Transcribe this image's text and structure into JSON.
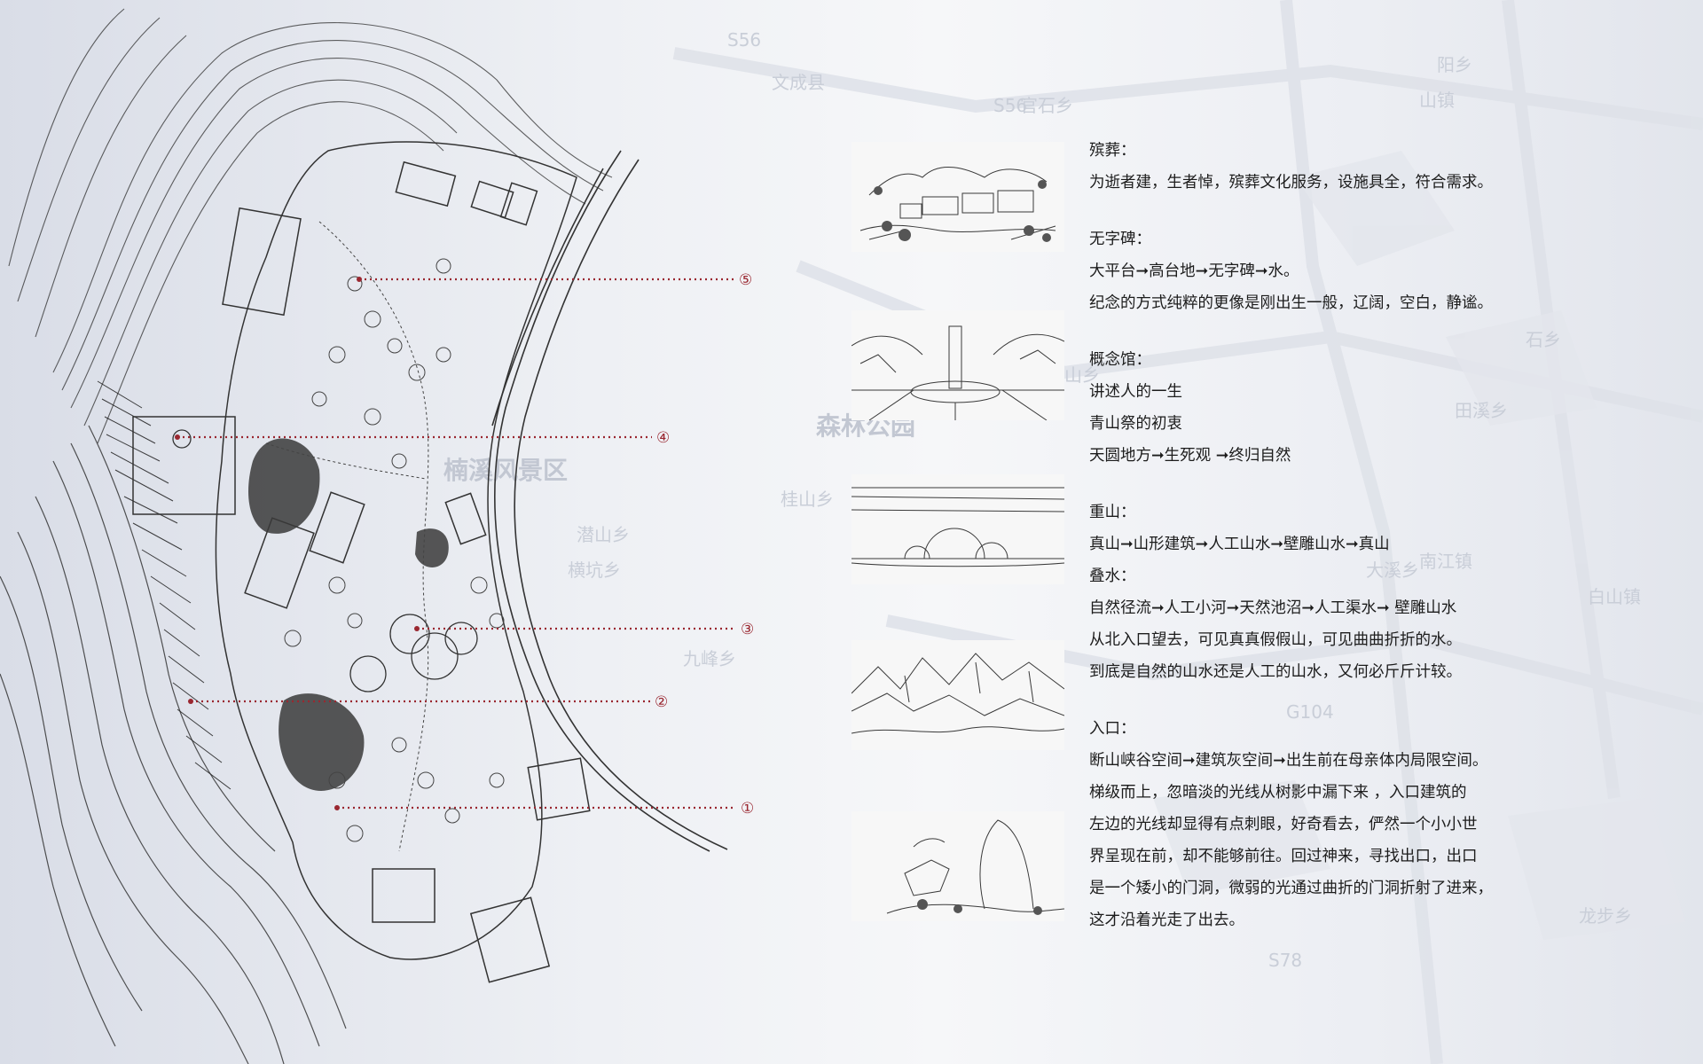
{
  "background_map": {
    "labels": [
      {
        "text": "S56"
      },
      {
        "text": "文成县"
      },
      {
        "text": "S56"
      },
      {
        "text": "官石乡"
      },
      {
        "text": "阳乡"
      },
      {
        "text": "乌山乡"
      },
      {
        "text": "石乡"
      },
      {
        "text": "田溪乡"
      },
      {
        "text": "森林公园"
      },
      {
        "text": "楠溪风景区"
      },
      {
        "text": "桂山乡"
      },
      {
        "text": "潜山乡"
      },
      {
        "text": "横坑乡"
      },
      {
        "text": "大溪乡"
      },
      {
        "text": "九峰乡"
      },
      {
        "text": "G104"
      },
      {
        "text": "S78"
      },
      {
        "text": "南江镇"
      },
      {
        "text": "白山镇"
      },
      {
        "text": "龙步乡"
      },
      {
        "text": "山镇"
      }
    ]
  },
  "callouts": [
    {
      "marker": "⑤"
    },
    {
      "marker": "④"
    },
    {
      "marker": "③"
    },
    {
      "marker": "②"
    },
    {
      "marker": "①"
    }
  ],
  "sketches": [
    {
      "subject": "funeral-buildings"
    },
    {
      "subject": "monument-platform"
    },
    {
      "subject": "concept-pavilion-spheres"
    },
    {
      "subject": "mountain-landscape"
    },
    {
      "subject": "entrance-rock"
    }
  ],
  "sections": [
    {
      "heading": "殡葬：",
      "lines": [
        "为逝者建，生者悼，殡葬文化服务，设施具全，符合需求。"
      ]
    },
    {
      "heading": "无字碑：",
      "lines": [
        "大平台➞高台地➞无字碑➞水。",
        "纪念的方式纯粹的更像是刚出生一般，辽阔，空白，静谧。"
      ]
    },
    {
      "heading": "概念馆：",
      "lines": [
        "讲述人的一生",
        "青山祭的初衷",
        "天圆地方➞生死观 ➞终归自然"
      ]
    },
    {
      "heading": "重山：",
      "lines": [
        "真山➞山形建筑➞人工山水➞壁雕山水➞真山"
      ]
    },
    {
      "heading": "叠水：",
      "lines": [
        "自然径流➞人工小河➞天然池沼➞人工渠水➞ 壁雕山水",
        "从北入口望去，可见真真假假山，可见曲曲折折的水。",
        "到底是自然的山水还是人工的山水，又何必斤斤计较。"
      ]
    },
    {
      "heading": "入口：",
      "lines": [
        "断山峡谷空间➞建筑灰空间➞出生前在母亲体内局限空间。",
        "梯级而上，忽暗淡的光线从树影中漏下来 ，入口建筑的",
        "左边的光线却显得有点刺眼，好奇看去，俨然一个小小世",
        "界呈现在前，却不能够前往。回过神来，寻找出口，出口",
        "是一个矮小的门洞，微弱的光通过曲折的门洞折射了进来，",
        "这才沿着光走了出去。"
      ]
    }
  ],
  "colors": {
    "accent": "#9a2730",
    "ink": "#1c1c1c",
    "sketch_ink": "#3a3a3a"
  }
}
